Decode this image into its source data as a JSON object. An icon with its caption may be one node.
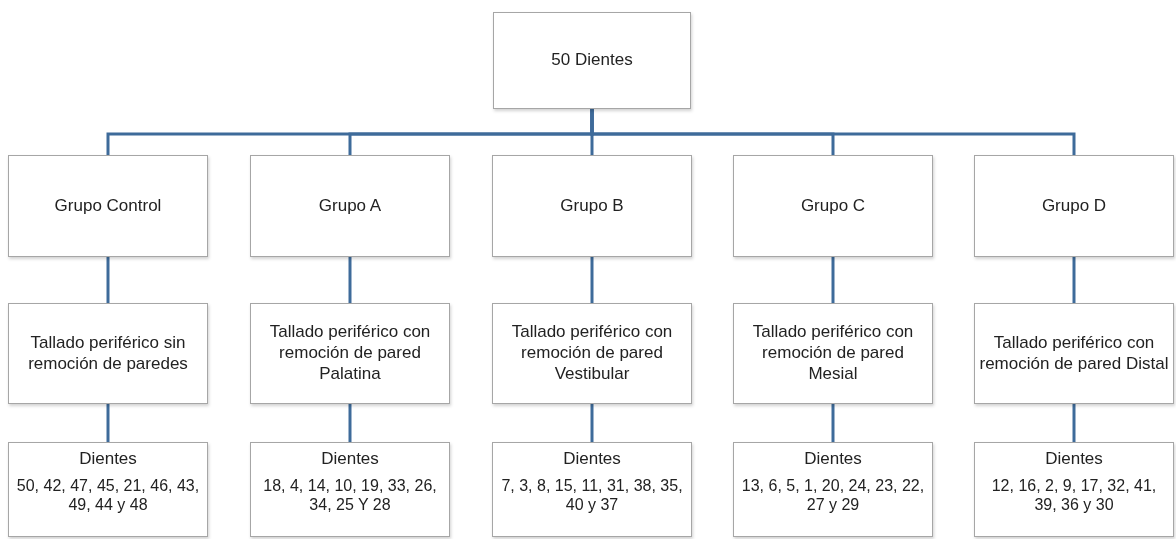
{
  "diagram": {
    "nodes": [
      {
        "text": [
          "50 Dientes"
        ]
      },
      {
        "text": [
          "Grupo Control"
        ]
      },
      {
        "text": [
          "Grupo A"
        ]
      },
      {
        "text": [
          "Grupo B"
        ]
      },
      {
        "text": [
          "Grupo C"
        ]
      },
      {
        "text": [
          "Grupo D"
        ]
      },
      {
        "text": [
          "Tallado periférico sin remoción de paredes"
        ]
      },
      {
        "text": [
          "Tallado periférico con remoción de pared Palatina"
        ]
      },
      {
        "text": [
          "Tallado periférico con remoción de pared Vestibular"
        ]
      },
      {
        "text": [
          "Tallado periférico con remoción de pared Mesial"
        ]
      },
      {
        "text": [
          "Tallado periférico con remoción de pared Distal"
        ]
      },
      {
        "text": [
          "Dientes",
          "50, 42, 47, 45, 21, 46, 43, 49, 44 y 48"
        ]
      },
      {
        "text": [
          "Dientes",
          "18, 4, 14, 10, 19, 33, 26, 34, 25 Y 28"
        ]
      },
      {
        "text": [
          "Dientes",
          "7, 3, 8, 15, 11, 31, 38, 35, 40 y 37"
        ]
      },
      {
        "text": [
          "Dientes",
          "13, 6, 5, 1, 20, 24, 23, 22, 27 y 29"
        ]
      },
      {
        "text": [
          "Dientes",
          "12, 16, 2, 9, 17, 32, 41, 39, 36 y 30"
        ]
      }
    ],
    "edges": [
      {
        "from": 0,
        "to": 1,
        "arrow": "none"
      },
      {
        "from": 0,
        "to": 2,
        "arrow": "none"
      },
      {
        "from": 0,
        "to": 3,
        "arrow": "none"
      },
      {
        "from": 0,
        "to": 4,
        "arrow": "none"
      },
      {
        "from": 0,
        "to": 5,
        "arrow": "none"
      },
      {
        "from": 1,
        "to": 6,
        "arrow": "none"
      },
      {
        "from": 2,
        "to": 7,
        "arrow": "none"
      },
      {
        "from": 3,
        "to": 8,
        "arrow": "none"
      },
      {
        "from": 4,
        "to": 9,
        "arrow": "none"
      },
      {
        "from": 5,
        "to": 10,
        "arrow": "none"
      },
      {
        "from": 6,
        "to": 11,
        "arrow": "none"
      },
      {
        "from": 7,
        "to": 12,
        "arrow": "none"
      },
      {
        "from": 8,
        "to": 13,
        "arrow": "none"
      },
      {
        "from": 9,
        "to": 14,
        "arrow": "none"
      },
      {
        "from": 10,
        "to": 15,
        "arrow": "none"
      }
    ]
  }
}
